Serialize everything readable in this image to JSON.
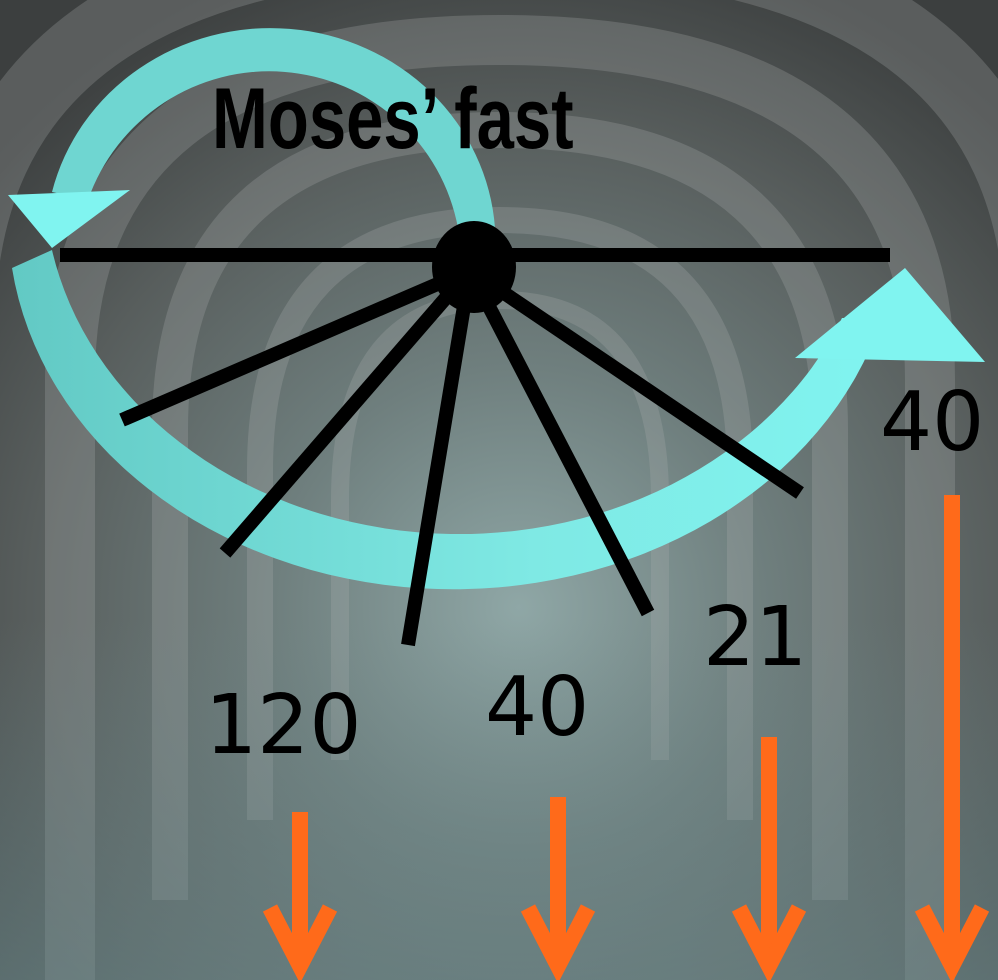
{
  "title": "Moses’ fast",
  "labels": {
    "n120": "120",
    "n40_mid": "40",
    "n21": "21",
    "n40_right": "40"
  },
  "colors": {
    "accent_cyan": "#7ff0ec",
    "accent_teal": "#62c9c4",
    "arrow_orange": "#ff6a1a",
    "spoke_black": "#000000"
  }
}
